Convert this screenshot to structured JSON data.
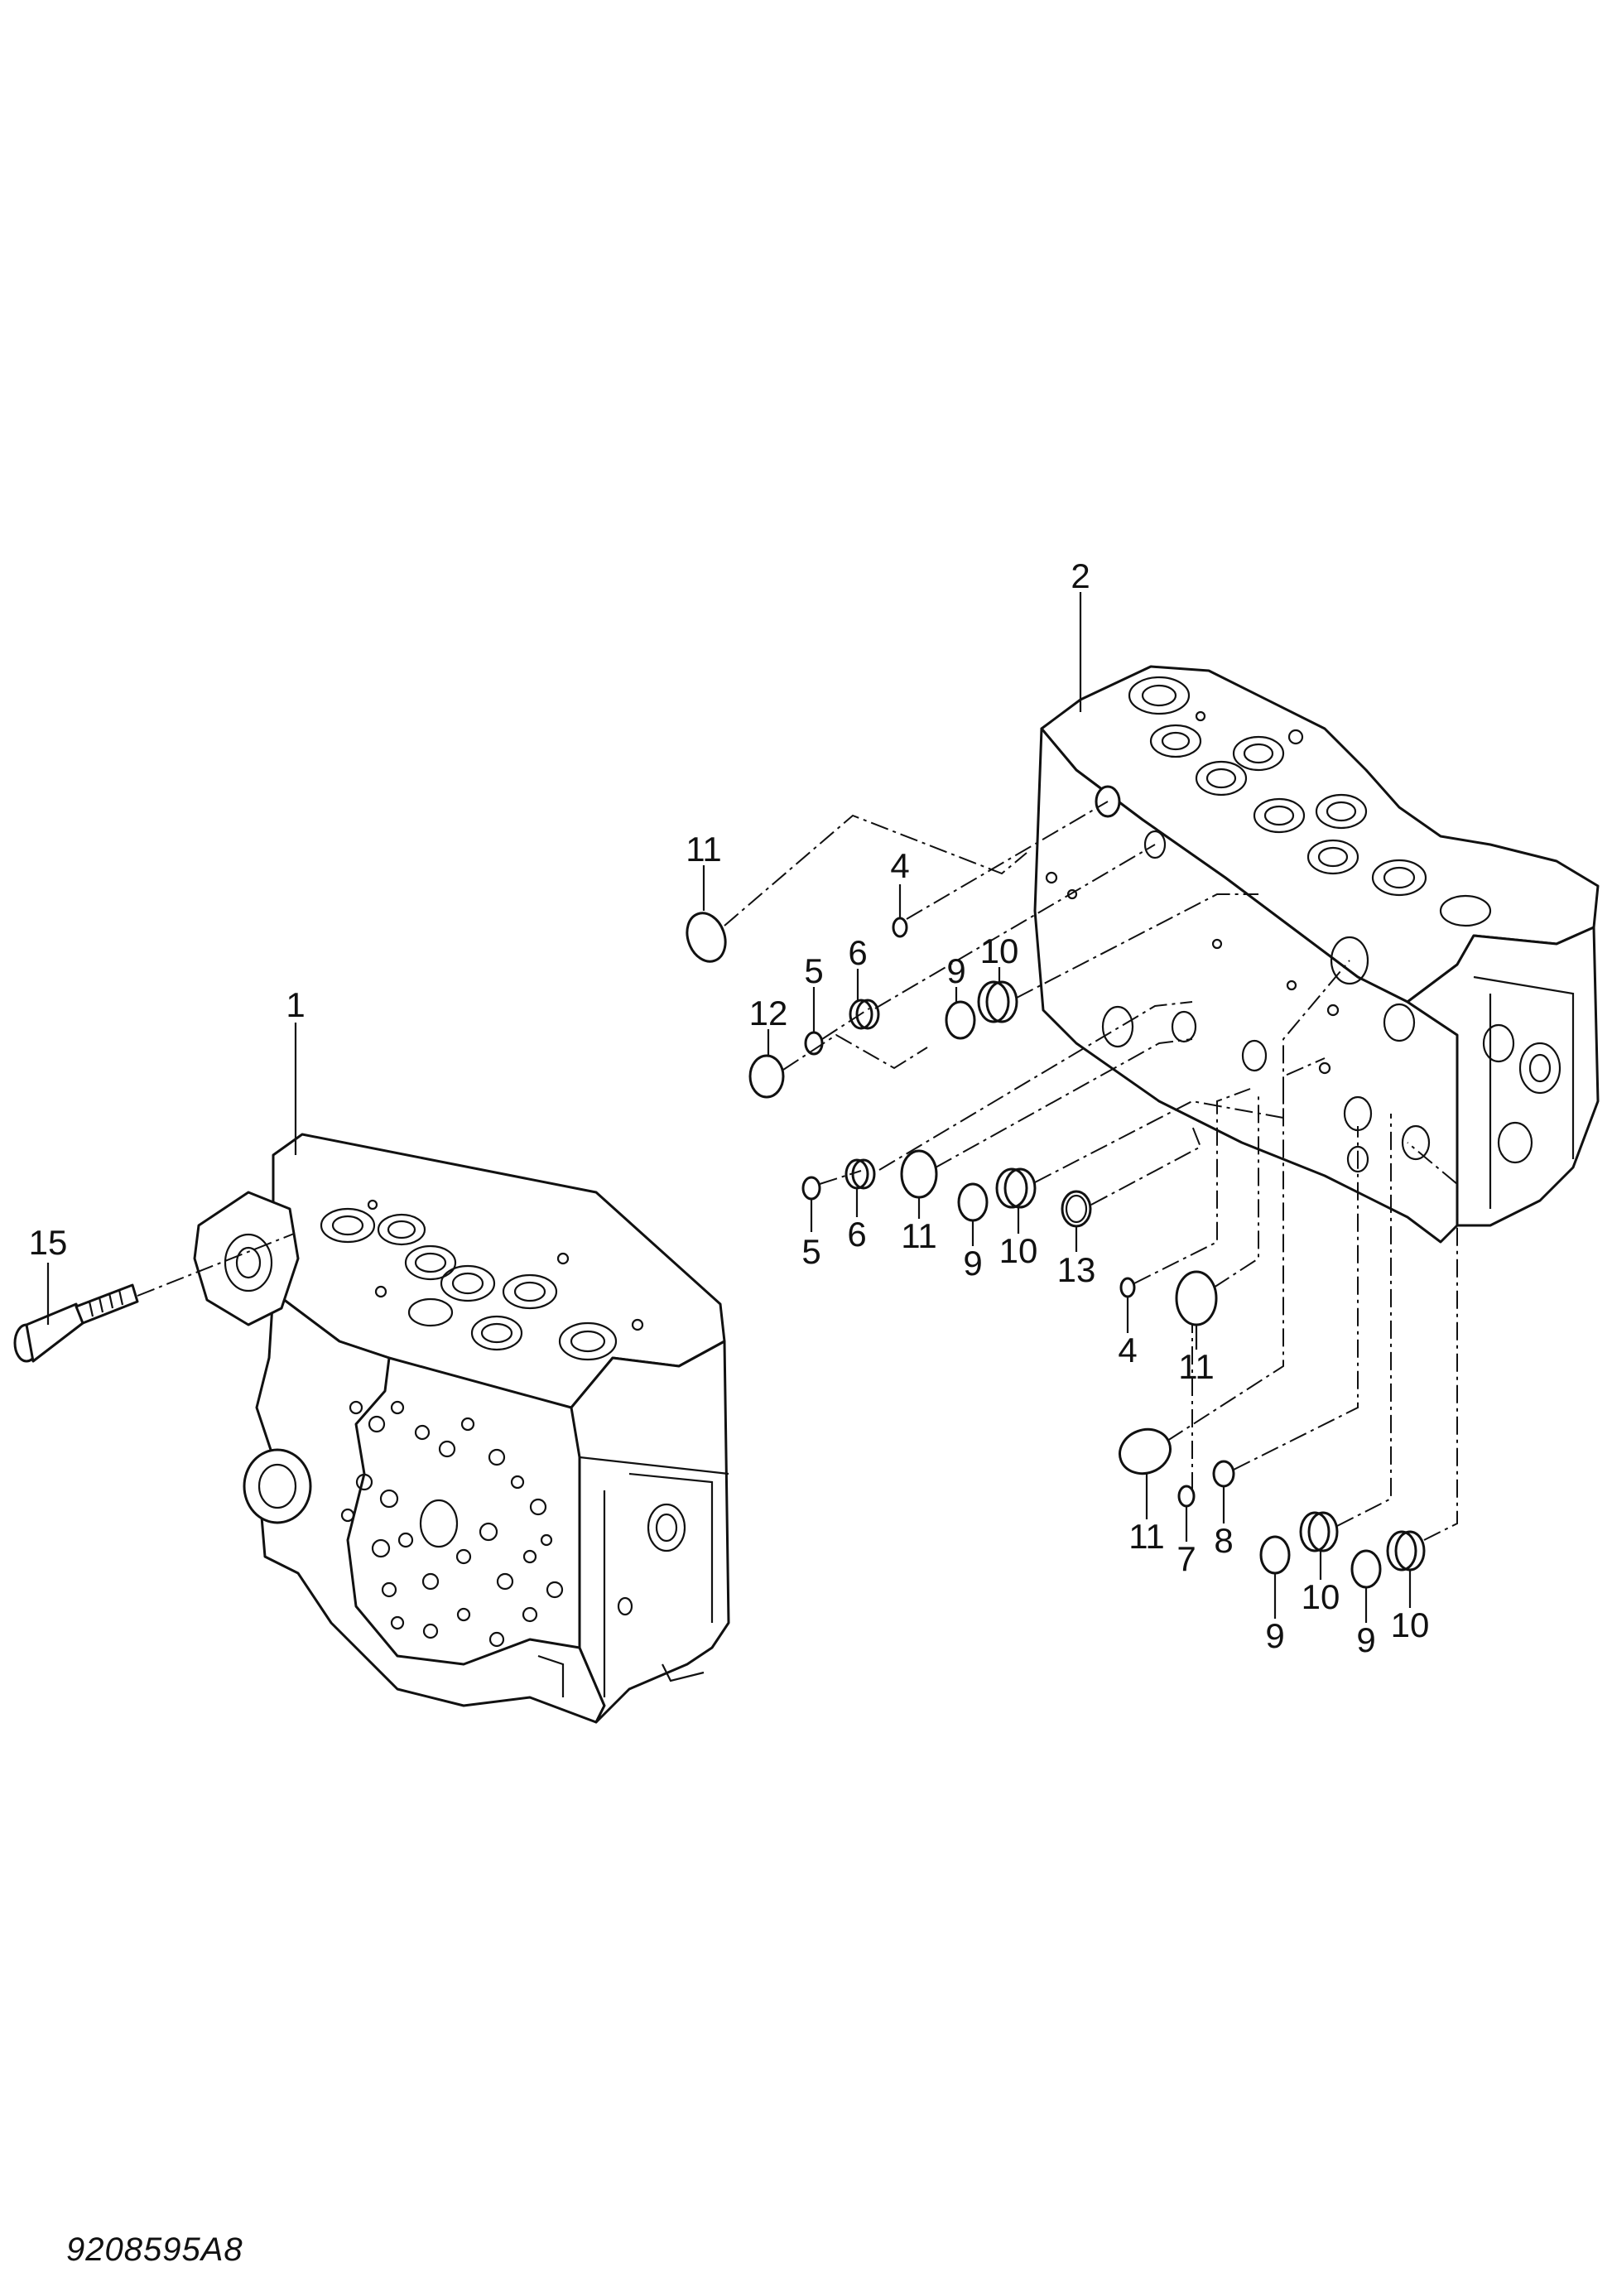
{
  "drawing_code": "9208595A8",
  "callouts": {
    "c1": "1",
    "c2": "2",
    "c15": "15",
    "c11a": "11",
    "c4a": "4",
    "c6a": "6",
    "c5a": "5",
    "c9a": "9",
    "c10a": "10",
    "c12": "12",
    "c5b": "5",
    "c6b": "6",
    "c11b": "11",
    "c9b": "9",
    "c10b": "10",
    "c13": "13",
    "c4b": "4",
    "c11c": "11",
    "c11d": "11",
    "c8": "8",
    "c7": "7",
    "c10c": "10",
    "c9c": "9",
    "c9d": "9",
    "c10d": "10"
  }
}
